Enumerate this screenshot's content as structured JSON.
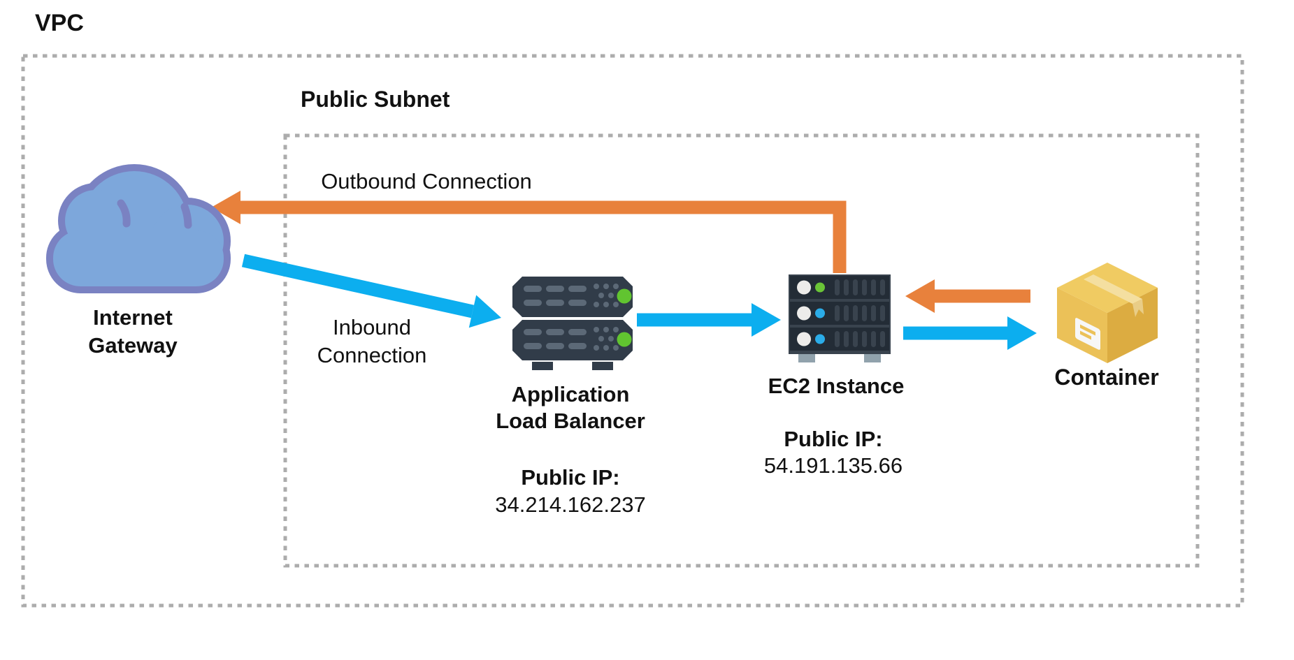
{
  "vpc": {
    "label": "VPC"
  },
  "subnet": {
    "label": "Public Subnet"
  },
  "nodes": {
    "internet_gateway": {
      "line1": "Internet",
      "line2": "Gateway"
    },
    "load_balancer": {
      "line1": "Application",
      "line2": "Load Balancer",
      "ip_title": "Public IP:",
      "ip": "34.214.162.237"
    },
    "ec2": {
      "label": "EC2 Instance",
      "ip_title": "Public IP:",
      "ip": "54.191.135.66"
    },
    "container": {
      "label": "Container"
    }
  },
  "connections": {
    "outbound": {
      "label": "Outbound Connection",
      "color": "#E8813C"
    },
    "inbound": {
      "line1": "Inbound",
      "line2": "Connection",
      "color": "#0CAEEF"
    }
  },
  "colors": {
    "outbound_arrow": "#E8813C",
    "inbound_arrow": "#0CAEEF",
    "dashed_border": "#ACACAC",
    "cloud_fill": "#7DA7DB",
    "cloud_outline": "#7A82C2",
    "server_body": "#313C49",
    "server_row_dark": "#232C36",
    "server_slot": "#5C6977",
    "led_green": "#61C430",
    "dot_blue": "#2BACE8",
    "box_top": "#F0CB62",
    "box_left": "#EBC158",
    "box_right": "#DCAC41",
    "tape": "#F4DFA0"
  }
}
